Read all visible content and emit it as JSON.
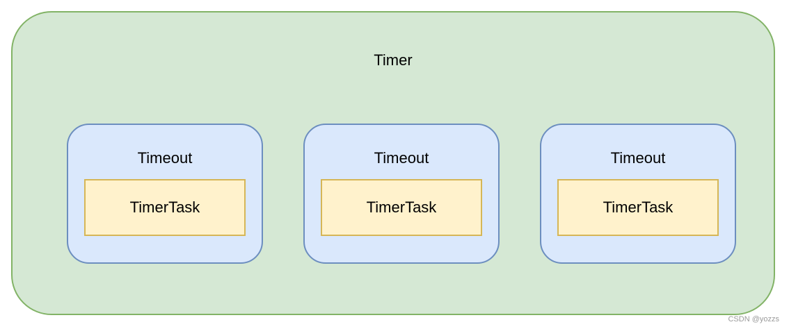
{
  "timer": {
    "label": "Timer"
  },
  "timeouts": [
    {
      "label": "Timeout",
      "task_label": "TimerTask"
    },
    {
      "label": "Timeout",
      "task_label": "TimerTask"
    },
    {
      "label": "Timeout",
      "task_label": "TimerTask"
    }
  ],
  "watermark": "CSDN @yozzs",
  "colors": {
    "timer_fill": "#d5e8d4",
    "timer_border": "#82b366",
    "timeout_fill": "#dae8fc",
    "timeout_border": "#6c8ebf",
    "task_fill": "#fff2cc",
    "task_border": "#d6b656"
  }
}
